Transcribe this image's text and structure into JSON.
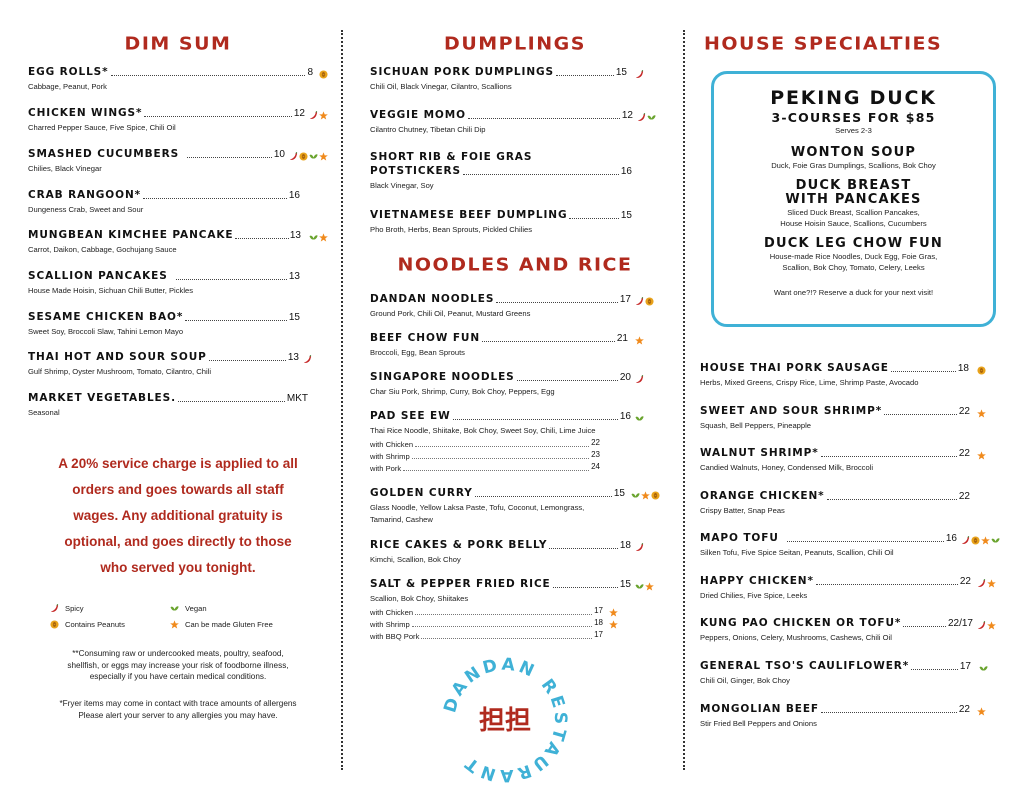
{
  "dim_sum": {
    "title": "DIM SUM",
    "items": [
      {
        "name": "EGG ROLLS*",
        "price": "8",
        "desc": "Cabbage, Peanut, Pork"
      },
      {
        "name": "CHICKEN WINGS*",
        "price": "12",
        "desc": "Charred Pepper Sauce, Five Spice, Chili Oil"
      },
      {
        "name": "SMASHED CUCUMBERS",
        "price": "10",
        "desc": "Chilies, Black Vinegar"
      },
      {
        "name": "CRAB RANGOON*",
        "price": "16",
        "desc": "Dungeness Crab, Sweet and Sour"
      },
      {
        "name": "MUNGBEAN KIMCHEE PANCAKE",
        "price": "13",
        "desc": "Carrot, Daikon, Cabbage, Gochujang Sauce"
      },
      {
        "name": "SCALLION PANCAKES",
        "price": "13",
        "desc": "House Made Hoisin, Sichuan Chili Butter, Pickles"
      },
      {
        "name": "SESAME CHICKEN BAO*",
        "price": "15",
        "desc": "Sweet Soy, Broccoli Slaw, Tahini Lemon Mayo"
      },
      {
        "name": "THAI HOT AND SOUR SOUP",
        "price": "13",
        "desc": "Gulf Shrimp, Oyster Mushroom, Tomato, Cilantro, Chili"
      },
      {
        "name": "MARKET VEGETABLES.",
        "price": "MKT",
        "desc": "Seasonal"
      }
    ]
  },
  "notice": {
    "line1": "A 20% service charge is applied to all",
    "line2": "orders and goes towards all staff",
    "line3": "wages. Any additional gratuity is",
    "line4": "optional, and goes directly to those",
    "line5": "who served you tonight."
  },
  "legend": {
    "spicy": "Spicy",
    "vegan": "Vegan",
    "peanuts": "Contains Peanuts",
    "gluten_free": "Can be made Gluten Free"
  },
  "footnotes": {
    "f1_l1": "**Consuming raw or undercooked meats, poultry, seafood,",
    "f1_l2": "shellfish, or eggs may increase your risk of foodborne illness,",
    "f1_l3": "especially if you have certain medical conditions.",
    "f2_l1": "*Fryer items may come in contact with trace amounts of allergens",
    "f2_l2": "Please alert your server to any allergies you may have."
  },
  "dumplings": {
    "title": "DUMPLINGS",
    "items": [
      {
        "name": "SICHUAN PORK DUMPLINGS",
        "price": "15",
        "desc": "Chili Oil, Black Vinegar, Cilantro, Scallions"
      },
      {
        "name": "VEGGIE MOMO",
        "price": "12",
        "desc": "Cilantro Chutney, Tibetan Chili Dip"
      },
      {
        "name_l1": "SHORT RIB & FOIE GRAS",
        "name_l2": "POTSTICKERS",
        "price": "16",
        "desc": "Black Vinegar, Soy"
      },
      {
        "name": "VIETNAMESE BEEF DUMPLING",
        "price": "15",
        "desc": "Pho Broth, Herbs, Bean Sprouts, Pickled Chilies"
      }
    ]
  },
  "noodles": {
    "title": "NOODLES AND RICE",
    "items": [
      {
        "name": "DANDAN NOODLES",
        "price": "17",
        "desc": "Ground Pork, Chili Oil, Peanut, Mustard Greens"
      },
      {
        "name": "BEEF CHOW FUN",
        "price": "21",
        "desc": "Broccoli, Egg, Bean Sprouts"
      },
      {
        "name": "SINGAPORE NOODLES",
        "price": "20",
        "desc": "Char Siu Pork, Shrimp, Curry, Bok Choy, Peppers, Egg"
      },
      {
        "name": "PAD SEE EW",
        "price": "16",
        "desc": "Thai Rice Noodle, Shiitake, Bok Choy, Sweet Soy, Chili, Lime Juice",
        "subs": [
          {
            "label": "with Chicken",
            "price": "22"
          },
          {
            "label": "with Shrimp",
            "price": "23"
          },
          {
            "label": "with Pork",
            "price": "24"
          }
        ]
      },
      {
        "name": "GOLDEN CURRY",
        "price": "15",
        "desc": "Glass Noodle, Yellow Laksa Paste, Tofu, Coconut, Lemongrass,",
        "desc2": "Tamarind, Cashew"
      },
      {
        "name": "RICE CAKES & PORK BELLY",
        "price": "18",
        "desc": "Kimchi, Scallion, Bok Choy"
      },
      {
        "name": "SALT & PEPPER FRIED RICE",
        "price": "15",
        "desc": "Scallion, Bok Choy, Shiitakes",
        "subs": [
          {
            "label": "with Chicken",
            "price": "17"
          },
          {
            "label": "with Shrimp",
            "price": "18"
          },
          {
            "label": "with BBQ Pork",
            "price": "17"
          }
        ]
      }
    ]
  },
  "house": {
    "title": "HOUSE SPECIALTIES",
    "peking": {
      "title": "PEKING DUCK",
      "subtitle": "3-COURSES FOR $85",
      "serves": "Serves 2-3",
      "c1_title": "WONTON SOUP",
      "c1_desc": "Duck, Foie Gras Dumplings, Scallions, Bok Choy",
      "c2_title_l1": "DUCK BREAST",
      "c2_title_l2": "WITH PANCAKES",
      "c2_desc_l1": "Sliced Duck Breast, Scallion Pancakes,",
      "c2_desc_l2": "House Hoisin Sauce, Scallions, Cucumbers",
      "c3_title": "DUCK LEG CHOW FUN",
      "c3_desc_l1": "House-made Rice Noodles, Duck Egg, Foie Gras,",
      "c3_desc_l2": "Scallion, Bok Choy, Tomato, Celery, Leeks",
      "note": "Want one?!? Reserve a duck for your next visit!"
    },
    "items": [
      {
        "name": "HOUSE THAI PORK SAUSAGE",
        "price": "18",
        "desc": "Herbs, Mixed Greens, Crispy Rice, Lime, Shrimp Paste, Avocado"
      },
      {
        "name": "SWEET AND SOUR SHRIMP*",
        "price": "22",
        "desc": "Squash, Bell Peppers, Pineapple"
      },
      {
        "name": "WALNUT SHRIMP*",
        "price": "22",
        "desc": "Candied Walnuts, Honey, Condensed Milk, Broccoli"
      },
      {
        "name": "ORANGE CHICKEN*",
        "price": "22",
        "desc": "Crispy Batter, Snap Peas"
      },
      {
        "name": "MAPO TOFU",
        "price": "16",
        "desc": "Silken Tofu, Five Spice Seitan, Peanuts, Scallion, Chili Oil"
      },
      {
        "name": "HAPPY CHICKEN*",
        "price": "22",
        "desc": "Dried Chilies, Five Spice, Leeks"
      },
      {
        "name": "KUNG PAO CHICKEN OR TOFU*",
        "price": "22/17",
        "desc": "Peppers, Onions, Celery, Mushrooms, Cashews, Chili Oil"
      },
      {
        "name": "GENERAL TSO'S CAULIFLOWER*",
        "price": "17",
        "desc": "Chili Oil, Ginger, Bok Choy"
      },
      {
        "name": "MONGOLIAN BEEF",
        "price": "22",
        "desc": "Stir Fried Bell Peppers and Onions"
      }
    ]
  },
  "stamp": {
    "text": "DANDAN RESTAURANT",
    "chinese": "担担"
  },
  "colors": {
    "title_red": "#b02a1e",
    "box_border": "#3fb1d6",
    "chili_red": "#c62828",
    "vegan_green": "#6aa42f",
    "peanut_orange": "#e8a21a",
    "star_orange": "#f08a1c"
  }
}
